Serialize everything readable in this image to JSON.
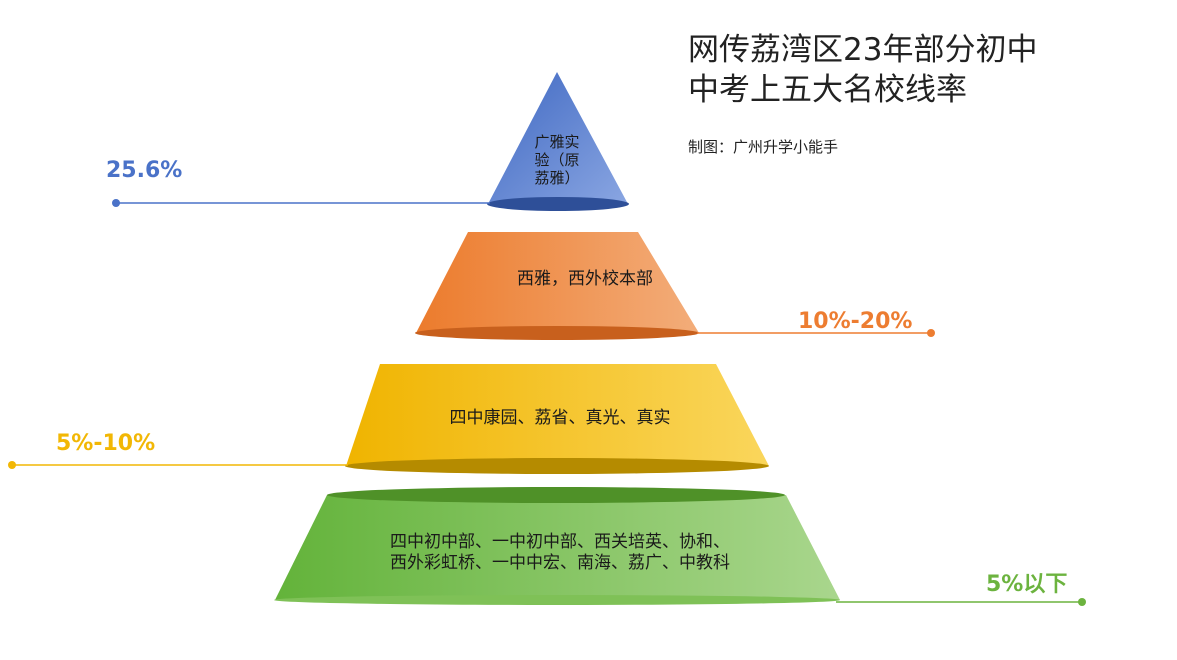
{
  "title": {
    "line1": "网传荔湾区23年部分初中",
    "line2": "中考上五大名校线率"
  },
  "credit": "制图：广州升学小能手",
  "colors": {
    "tier1": "#4a72c8",
    "tier2": "#ed7d31",
    "tier3": "#f2b705",
    "tier4": "#6cb33f"
  },
  "tiers": [
    {
      "label": "广雅实验（原荔雅）",
      "rate": "25.6%"
    },
    {
      "label": "西雅，西外校本部",
      "rate": "10%-20%"
    },
    {
      "label": "四中康园、荔省、真光、真实",
      "rate": "5%-10%"
    },
    {
      "label_line1": "四中初中部、一中初中部、西关培英、协和、",
      "label_line2": "西外彩虹桥、一中中宏、南海、荔广、中教科",
      "rate": "5%以下"
    }
  ]
}
